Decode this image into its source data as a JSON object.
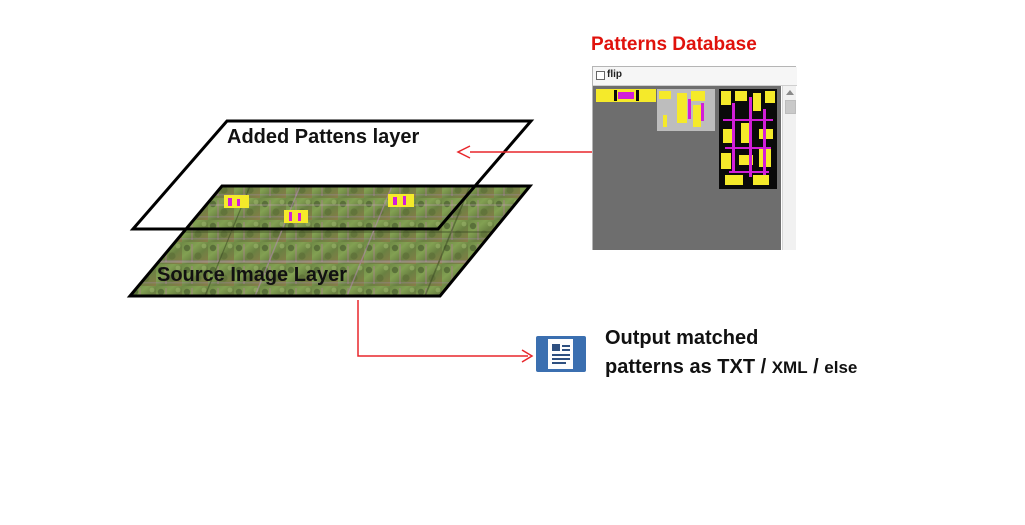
{
  "database": {
    "title": "Patterns Database",
    "flip_label": "flip",
    "flip_checked": false,
    "background_color": "#6e6e6e"
  },
  "layers": {
    "added": {
      "label": "Added Pattens layer"
    },
    "source": {
      "label": "Source Image Layer"
    }
  },
  "output": {
    "line1": "Output matched",
    "line2_main": "patterns as TXT",
    "line2_sep1": " / ",
    "line2_fmt2": "XML",
    "line2_sep2": " / ",
    "line2_fmt3": "else",
    "icon": "document-icon"
  },
  "colors": {
    "arrow": "#e8262b",
    "title": "#e0120c",
    "pattern_fill": "#f5ea2a",
    "pattern_wire": "#d21ed8",
    "layer_outline": "#000000"
  }
}
